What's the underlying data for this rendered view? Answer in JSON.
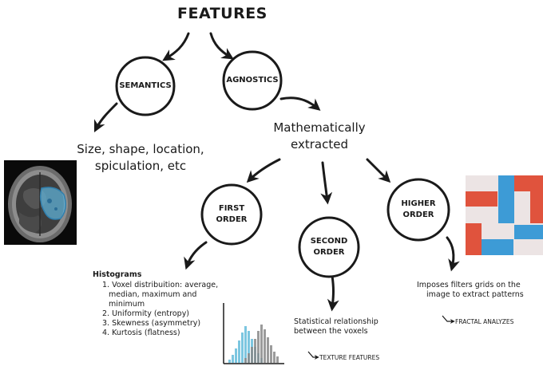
{
  "title": "FEATURES",
  "nodes": {
    "semantics": "SEMANTICS",
    "agnostics": "AGNOSTICS",
    "first_order": [
      "FIRST",
      "ORDER"
    ],
    "second_order": [
      "SECOND",
      "ORDER"
    ],
    "higher_order": [
      "HIGHER",
      "ORDER"
    ]
  },
  "semantics_desc": [
    "Size, shape, location,",
    "spiculation, etc"
  ],
  "agnostics_desc": [
    "Mathematically",
    "extracted"
  ],
  "first_order_desc": {
    "heading": "Histograms",
    "items": [
      "1. Voxel distribuition: average,",
      "median, maximum and",
      "minimum",
      "2. Uniformity (entropy)",
      "3. Skewness (asymmetry)",
      "4.  Kurtosis (flatness)"
    ]
  },
  "second_order_desc": [
    "Statistical relationship",
    "between the voxels"
  ],
  "second_order_note": "TEXTURE FEATURES",
  "higher_order_desc": [
    "Imposes filters grids on the",
    "image to extract patterns"
  ],
  "higher_order_note": "FRACTAL ANALYZES",
  "colors": {
    "ink": "#1a1a1a",
    "hist_blue": "#7cc6e0",
    "hist_gray": "#8a8a8a",
    "grid_red": "#e0533d",
    "grid_blue": "#3d9bd6",
    "grid_light": "#ece4e4"
  },
  "icons": [
    "brain-mri-image",
    "histogram-icon",
    "pixel-grid-icon"
  ]
}
